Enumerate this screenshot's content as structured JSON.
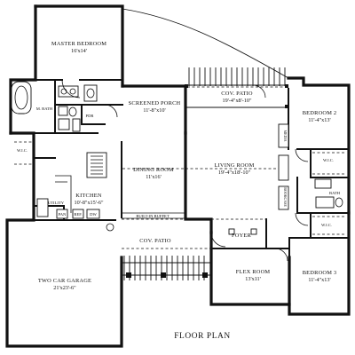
{
  "title": "FLOOR PLAN",
  "rooms": {
    "master_bedroom": {
      "name": "MASTER BEDROOM",
      "dims": "16'x14'"
    },
    "screened_porch": {
      "name": "SCREENED PORCH",
      "dims": "11'-8\"x10'"
    },
    "cov_patio_rear": {
      "name": "COV. PATIO",
      "dims": "19'-4\"x8'-10\""
    },
    "bedroom_2": {
      "name": "BEDROOM 2",
      "dims": "11'-4\"x13'"
    },
    "m_bath": {
      "name": "M. BATH"
    },
    "pdr": {
      "name": "PDR"
    },
    "wic_master": {
      "name": "W.I.C."
    },
    "dining_room": {
      "name": "DINING ROOM",
      "dims": "11'x16'"
    },
    "living_room": {
      "name": "LIVING ROOM",
      "dims": "19'-4\"x18'-10\""
    },
    "wic_bed2": {
      "name": "W.I.C."
    },
    "bath": {
      "name": "BATH"
    },
    "kitchen": {
      "name": "KITCHEN",
      "dims": "10'-8\"x15'-6\""
    },
    "utility": {
      "name": "UTILITY"
    },
    "pan": {
      "name": "PAN"
    },
    "ref": {
      "name": "REF."
    },
    "dw": {
      "name": "DW"
    },
    "built_in_buffet": {
      "name": "BUILT-IN BUFFET"
    },
    "wic_bed3": {
      "name": "W.I.C."
    },
    "cov_patio_front": {
      "name": "COV. PATIO"
    },
    "foyer": {
      "name": "FOYER"
    },
    "two_car_garage": {
      "name": "TWO CAR GARAGE",
      "dims": "21'x23'-6\""
    },
    "flex_room": {
      "name": "FLEX ROOM",
      "dims": "13'x11'"
    },
    "bedroom_3": {
      "name": "BEDROOM 3",
      "dims": "11'-4\"x13'"
    }
  },
  "built_ins": {
    "media": "MEDIA",
    "bookcase": "BOOKCASE"
  }
}
